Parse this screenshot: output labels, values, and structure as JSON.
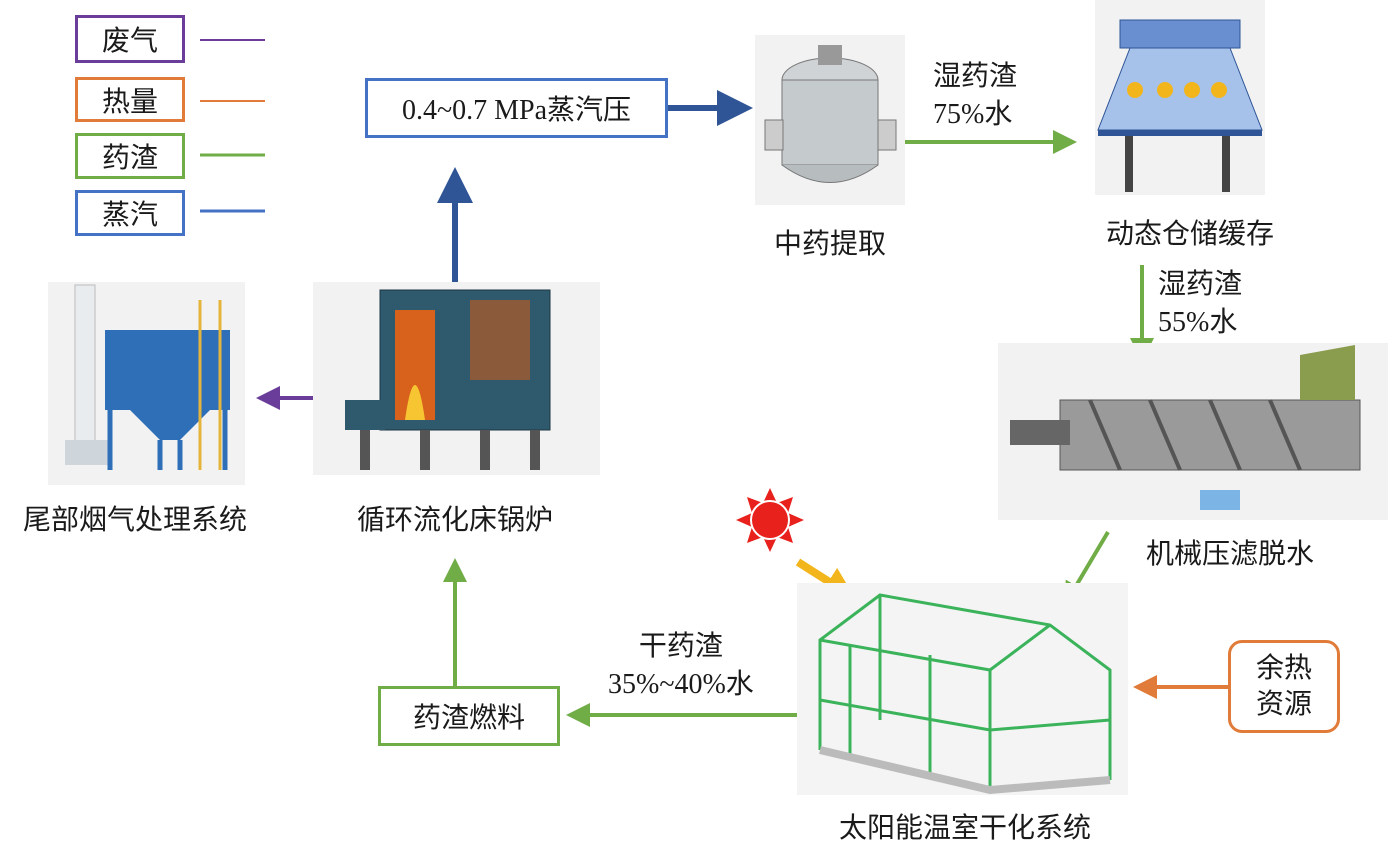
{
  "colors": {
    "exhaust": "#6a3d9a",
    "heat": "#e07b39",
    "residue": "#70ad47",
    "steam": "#4472c4",
    "steam_arrow": "#2f5597",
    "sun": "#e8211c",
    "sun_arrow": "#f2b51b"
  },
  "legend": [
    {
      "label": "废气",
      "key": "exhaust"
    },
    {
      "label": "热量",
      "key": "heat"
    },
    {
      "label": "药渣",
      "key": "residue"
    },
    {
      "label": "蒸汽",
      "key": "steam"
    }
  ],
  "boxes": {
    "steam_pressure": "0.4~0.7 MPa蒸汽压",
    "residue_fuel": "药渣燃料",
    "waste_heat_line1": "余热",
    "waste_heat_line2": "资源"
  },
  "nodes": {
    "extraction": "中药提取",
    "storage": "动态仓储缓存",
    "press": "机械压滤脱水",
    "greenhouse": "太阳能温室干化系统",
    "boiler": "循环流化床锅炉",
    "flue": "尾部烟气处理系统"
  },
  "flow_labels": {
    "wet1_line1": "湿药渣",
    "wet1_line2": "75%水",
    "wet2_line1": "湿药渣",
    "wet2_line2": "55%水",
    "dry_line1": "干药渣",
    "dry_line2": "35%~40%水"
  }
}
